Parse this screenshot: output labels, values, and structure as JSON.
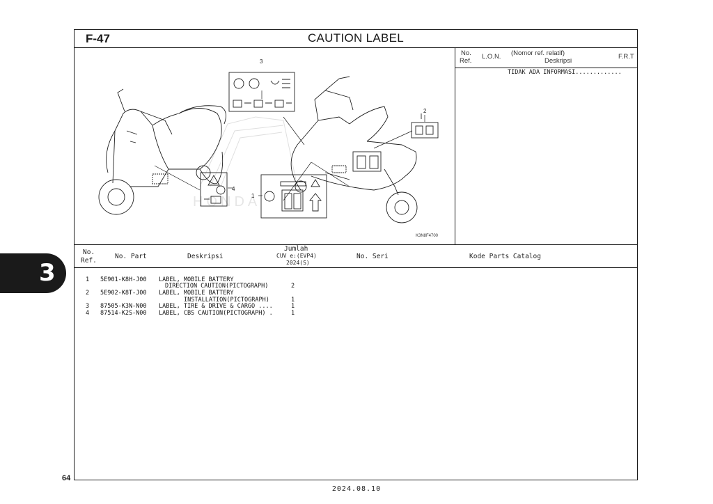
{
  "figure": {
    "code": "F-47",
    "title": "CAUTION LABEL",
    "drawing_code": "K3N8F4700"
  },
  "callouts": [
    "1",
    "2",
    "3",
    "4"
  ],
  "watermark_text": "HONDA",
  "ref_panel": {
    "col_no": "No.",
    "col_ref": "Ref.",
    "col_lon": "L.O.N.",
    "col_nomor": "(Nomor ref. relatif)",
    "col_deskripsi": "Deskripsi",
    "col_frt": "F.R.T",
    "info": "TIDAK ADA INFORMASI............."
  },
  "table": {
    "head": {
      "no": "No.",
      "ref": "Ref.",
      "part": "No. Part",
      "desc": "Deskripsi",
      "jumlah": "Jumlah",
      "model": "CUV e:(EVP4)",
      "year": "2024(S)",
      "seri": "No. Seri",
      "catalog": "Kode Parts Catalog"
    },
    "rows": [
      {
        "ref": "1",
        "part": "5E901-K8H-J00",
        "desc1": "LABEL, MOBILE BATTERY",
        "desc2": "DIRECTION CAUTION(PICTOGRAPH)",
        "qty": "2"
      },
      {
        "ref": "2",
        "part": "5E902-K8T-J00",
        "desc1": "LABEL, MOBILE BATTERY",
        "desc2": "INSTALLATION(PICTOGRAPH)",
        "qty": "1"
      },
      {
        "ref": "3",
        "part": "87505-K3N-N00",
        "desc1": "LABEL, TIRE & DRIVE & CARGO ....",
        "desc2": "",
        "qty": "1"
      },
      {
        "ref": "4",
        "part": "87514-K2S-N00",
        "desc1": "LABEL, CBS CAUTION(PICTOGRAPH) .",
        "desc2": "",
        "qty": "1"
      }
    ]
  },
  "chapter": "3",
  "page_number": "64",
  "date": "2024.08.10"
}
